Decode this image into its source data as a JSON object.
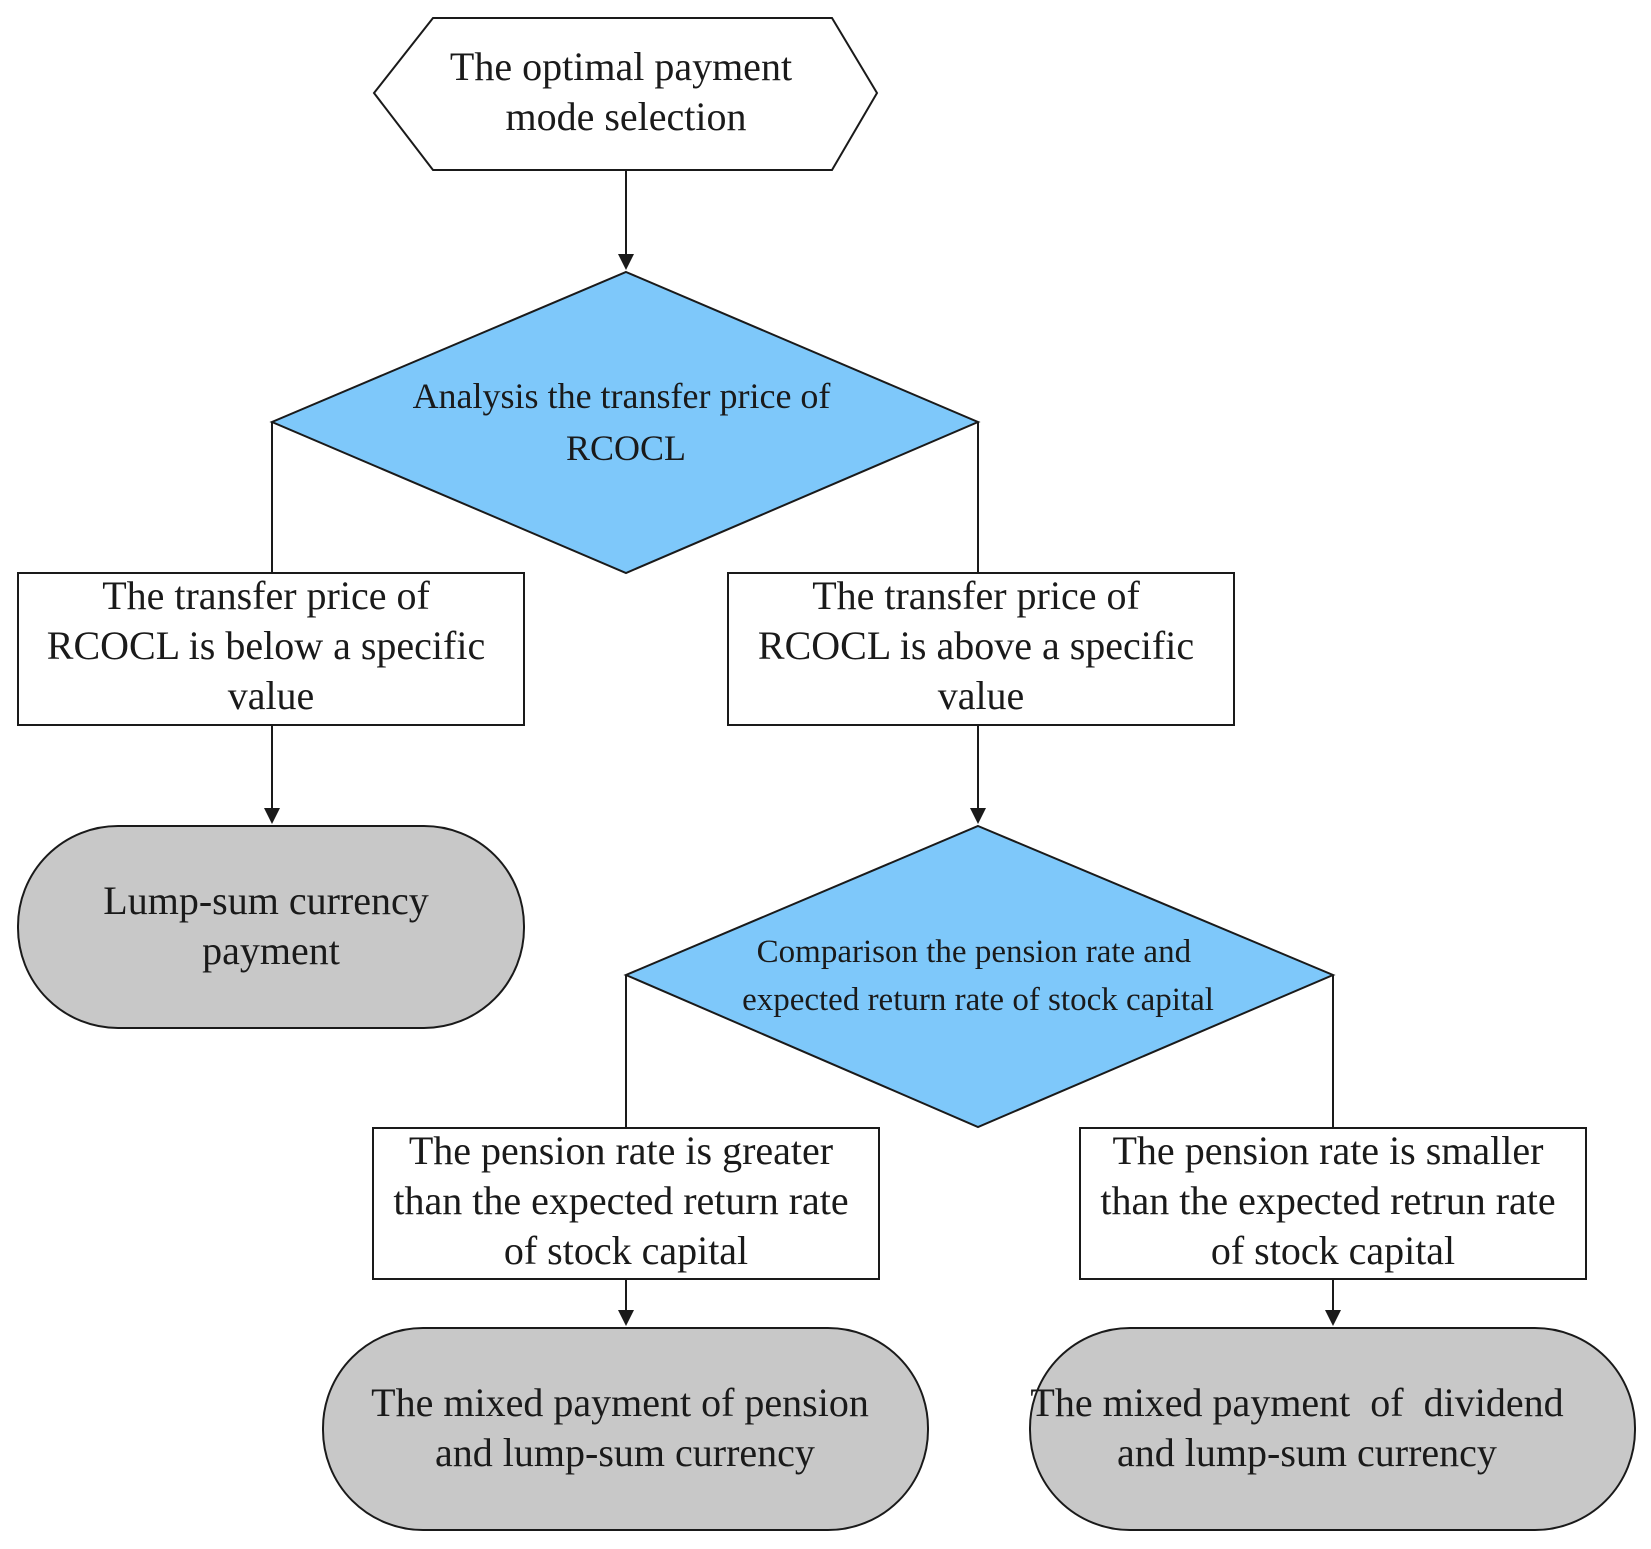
{
  "colors": {
    "decision_fill": "#7ec8fa",
    "terminal_fill": "#c8c8c8",
    "process_fill": "#ffffff",
    "start_fill": "#ffffff",
    "stroke": "#1a1a1a"
  },
  "nodes": {
    "start": {
      "shape": "hexagon",
      "lines": [
        "The optimal payment",
        "mode selection"
      ]
    },
    "decision_price": {
      "shape": "diamond",
      "lines": [
        "Analysis the transfer price of",
        "RCOCL"
      ]
    },
    "below_value": {
      "shape": "rectangle",
      "lines": [
        "The transfer price of",
        "RCOCL is below a specific",
        "value"
      ]
    },
    "above_value": {
      "shape": "rectangle",
      "lines": [
        "The transfer price of",
        "RCOCL is above a specific",
        "value"
      ]
    },
    "lump_sum": {
      "shape": "terminal",
      "lines": [
        "Lump-sum currency",
        "payment"
      ]
    },
    "decision_rate": {
      "shape": "diamond",
      "lines": [
        "Comparison the pension rate and",
        "expected return rate of stock capital"
      ]
    },
    "rate_greater": {
      "shape": "rectangle",
      "lines": [
        "The pension rate is greater",
        "than the expected return rate",
        "of stock capital"
      ]
    },
    "rate_smaller": {
      "shape": "rectangle",
      "lines": [
        "The pension rate is smaller",
        "than the expected retrun rate",
        "of stock capital"
      ]
    },
    "mixed_pension": {
      "shape": "terminal",
      "lines": [
        "The mixed payment of pension",
        "and lump-sum currency"
      ]
    },
    "mixed_dividend": {
      "shape": "terminal",
      "lines": [
        "The mixed payment  of  dividend",
        "and lump-sum currency"
      ]
    }
  },
  "edges": [
    {
      "from": "start",
      "to": "decision_price"
    },
    {
      "from": "decision_price",
      "to": "below_value"
    },
    {
      "from": "decision_price",
      "to": "above_value"
    },
    {
      "from": "below_value",
      "to": "lump_sum"
    },
    {
      "from": "above_value",
      "to": "decision_rate"
    },
    {
      "from": "decision_rate",
      "to": "rate_greater"
    },
    {
      "from": "decision_rate",
      "to": "rate_smaller"
    },
    {
      "from": "rate_greater",
      "to": "mixed_pension"
    },
    {
      "from": "rate_smaller",
      "to": "mixed_dividend"
    }
  ]
}
